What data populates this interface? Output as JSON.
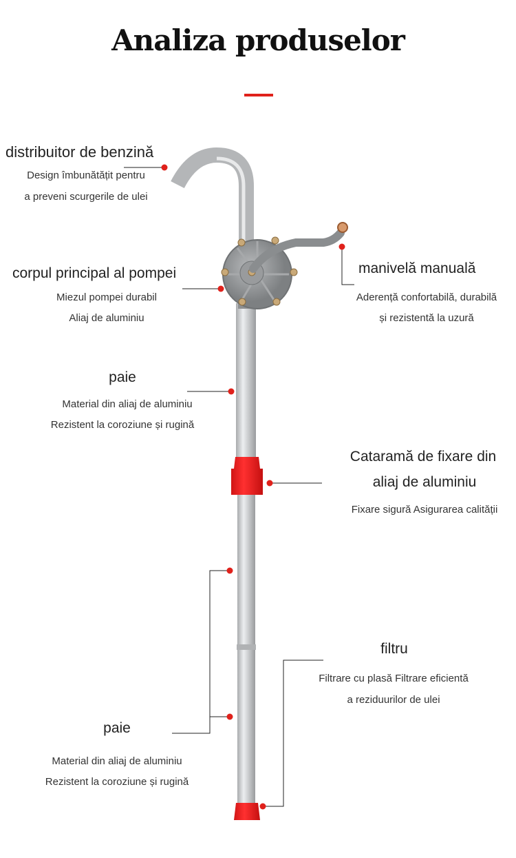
{
  "title": "Analiza produselor",
  "accent": "#e0211b",
  "labels": {
    "spout": {
      "title": "distribuitor de benzină",
      "lines": [
        "Design îmbunătățit pentru",
        "a preveni scurgerile de ulei"
      ]
    },
    "body": {
      "title": "corpul principal al pompei",
      "lines": [
        "Miezul pompei durabil",
        "Aliaj de aluminiu"
      ]
    },
    "crank": {
      "title": "manivelă manuală",
      "lines": [
        "Aderență confortabilă, durabilă",
        "și rezistentă la uzură"
      ]
    },
    "straw1": {
      "title": "paie",
      "lines": [
        "Material din aliaj de aluminiu",
        "Rezistent la coroziune și rugină"
      ]
    },
    "buckle": {
      "title": [
        "Cataramă de fixare din",
        "aliaj de aluminiu"
      ],
      "lines": [
        "Fixare sigură Asigurarea calității"
      ]
    },
    "filter": {
      "title": "filtru",
      "lines": [
        "Filtrare cu plasă Filtrare eficientă",
        "a reziduurilor de ulei"
      ]
    },
    "straw2": {
      "title": "paie",
      "lines": [
        "Material din aliaj de aluminiu",
        "Rezistent la coroziune și rugină"
      ]
    }
  }
}
